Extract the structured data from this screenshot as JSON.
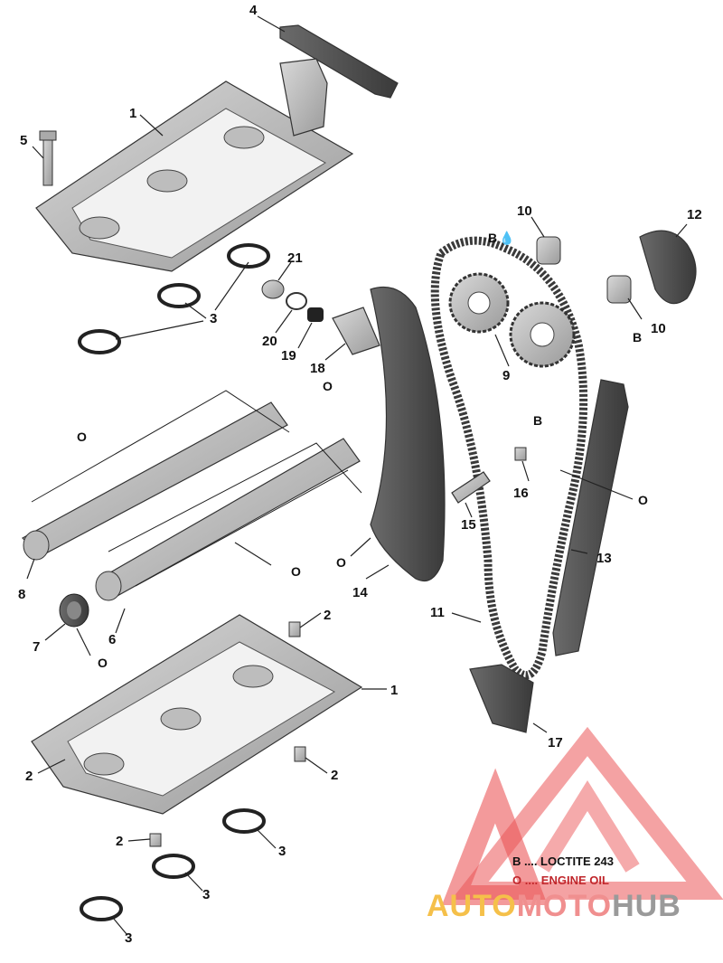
{
  "callouts": {
    "c1a": "1",
    "c1b": "1",
    "c2a": "2",
    "c2b": "2",
    "c2c": "2",
    "c2d": "2",
    "c3a": "3",
    "c3b": "3",
    "c3c": "3",
    "c3d": "3",
    "c4": "4",
    "c5": "5",
    "c6": "6",
    "c7": "7",
    "c8": "8",
    "c9": "9",
    "c10a": "10",
    "c10b": "10",
    "c11": "11",
    "c12": "12",
    "c13": "13",
    "c14": "14",
    "c15": "15",
    "c16": "16",
    "c17": "17",
    "c18": "18",
    "c19": "19",
    "c20": "20",
    "c21": "21"
  },
  "notes": {
    "b10a": "B",
    "b10b": "B",
    "b16": "B",
    "o18": "O",
    "o6top": "O",
    "o6bot": "O",
    "o7": "O",
    "o13": "O",
    "o14": "O"
  },
  "legend": {
    "loctite": "B .... LOCTITE 243",
    "oil": "O .... ENGINE OIL"
  },
  "watermark": {
    "auto": "AUTO",
    "moto": "MOTO",
    "hub": "HUB"
  },
  "colors": {
    "auto": "#f5c04a",
    "moto": "#f08f8f",
    "hub": "#9a9a9a",
    "logo_red": "#e8383a",
    "legend_b": "#111111",
    "legend_o": "#c0262b"
  }
}
